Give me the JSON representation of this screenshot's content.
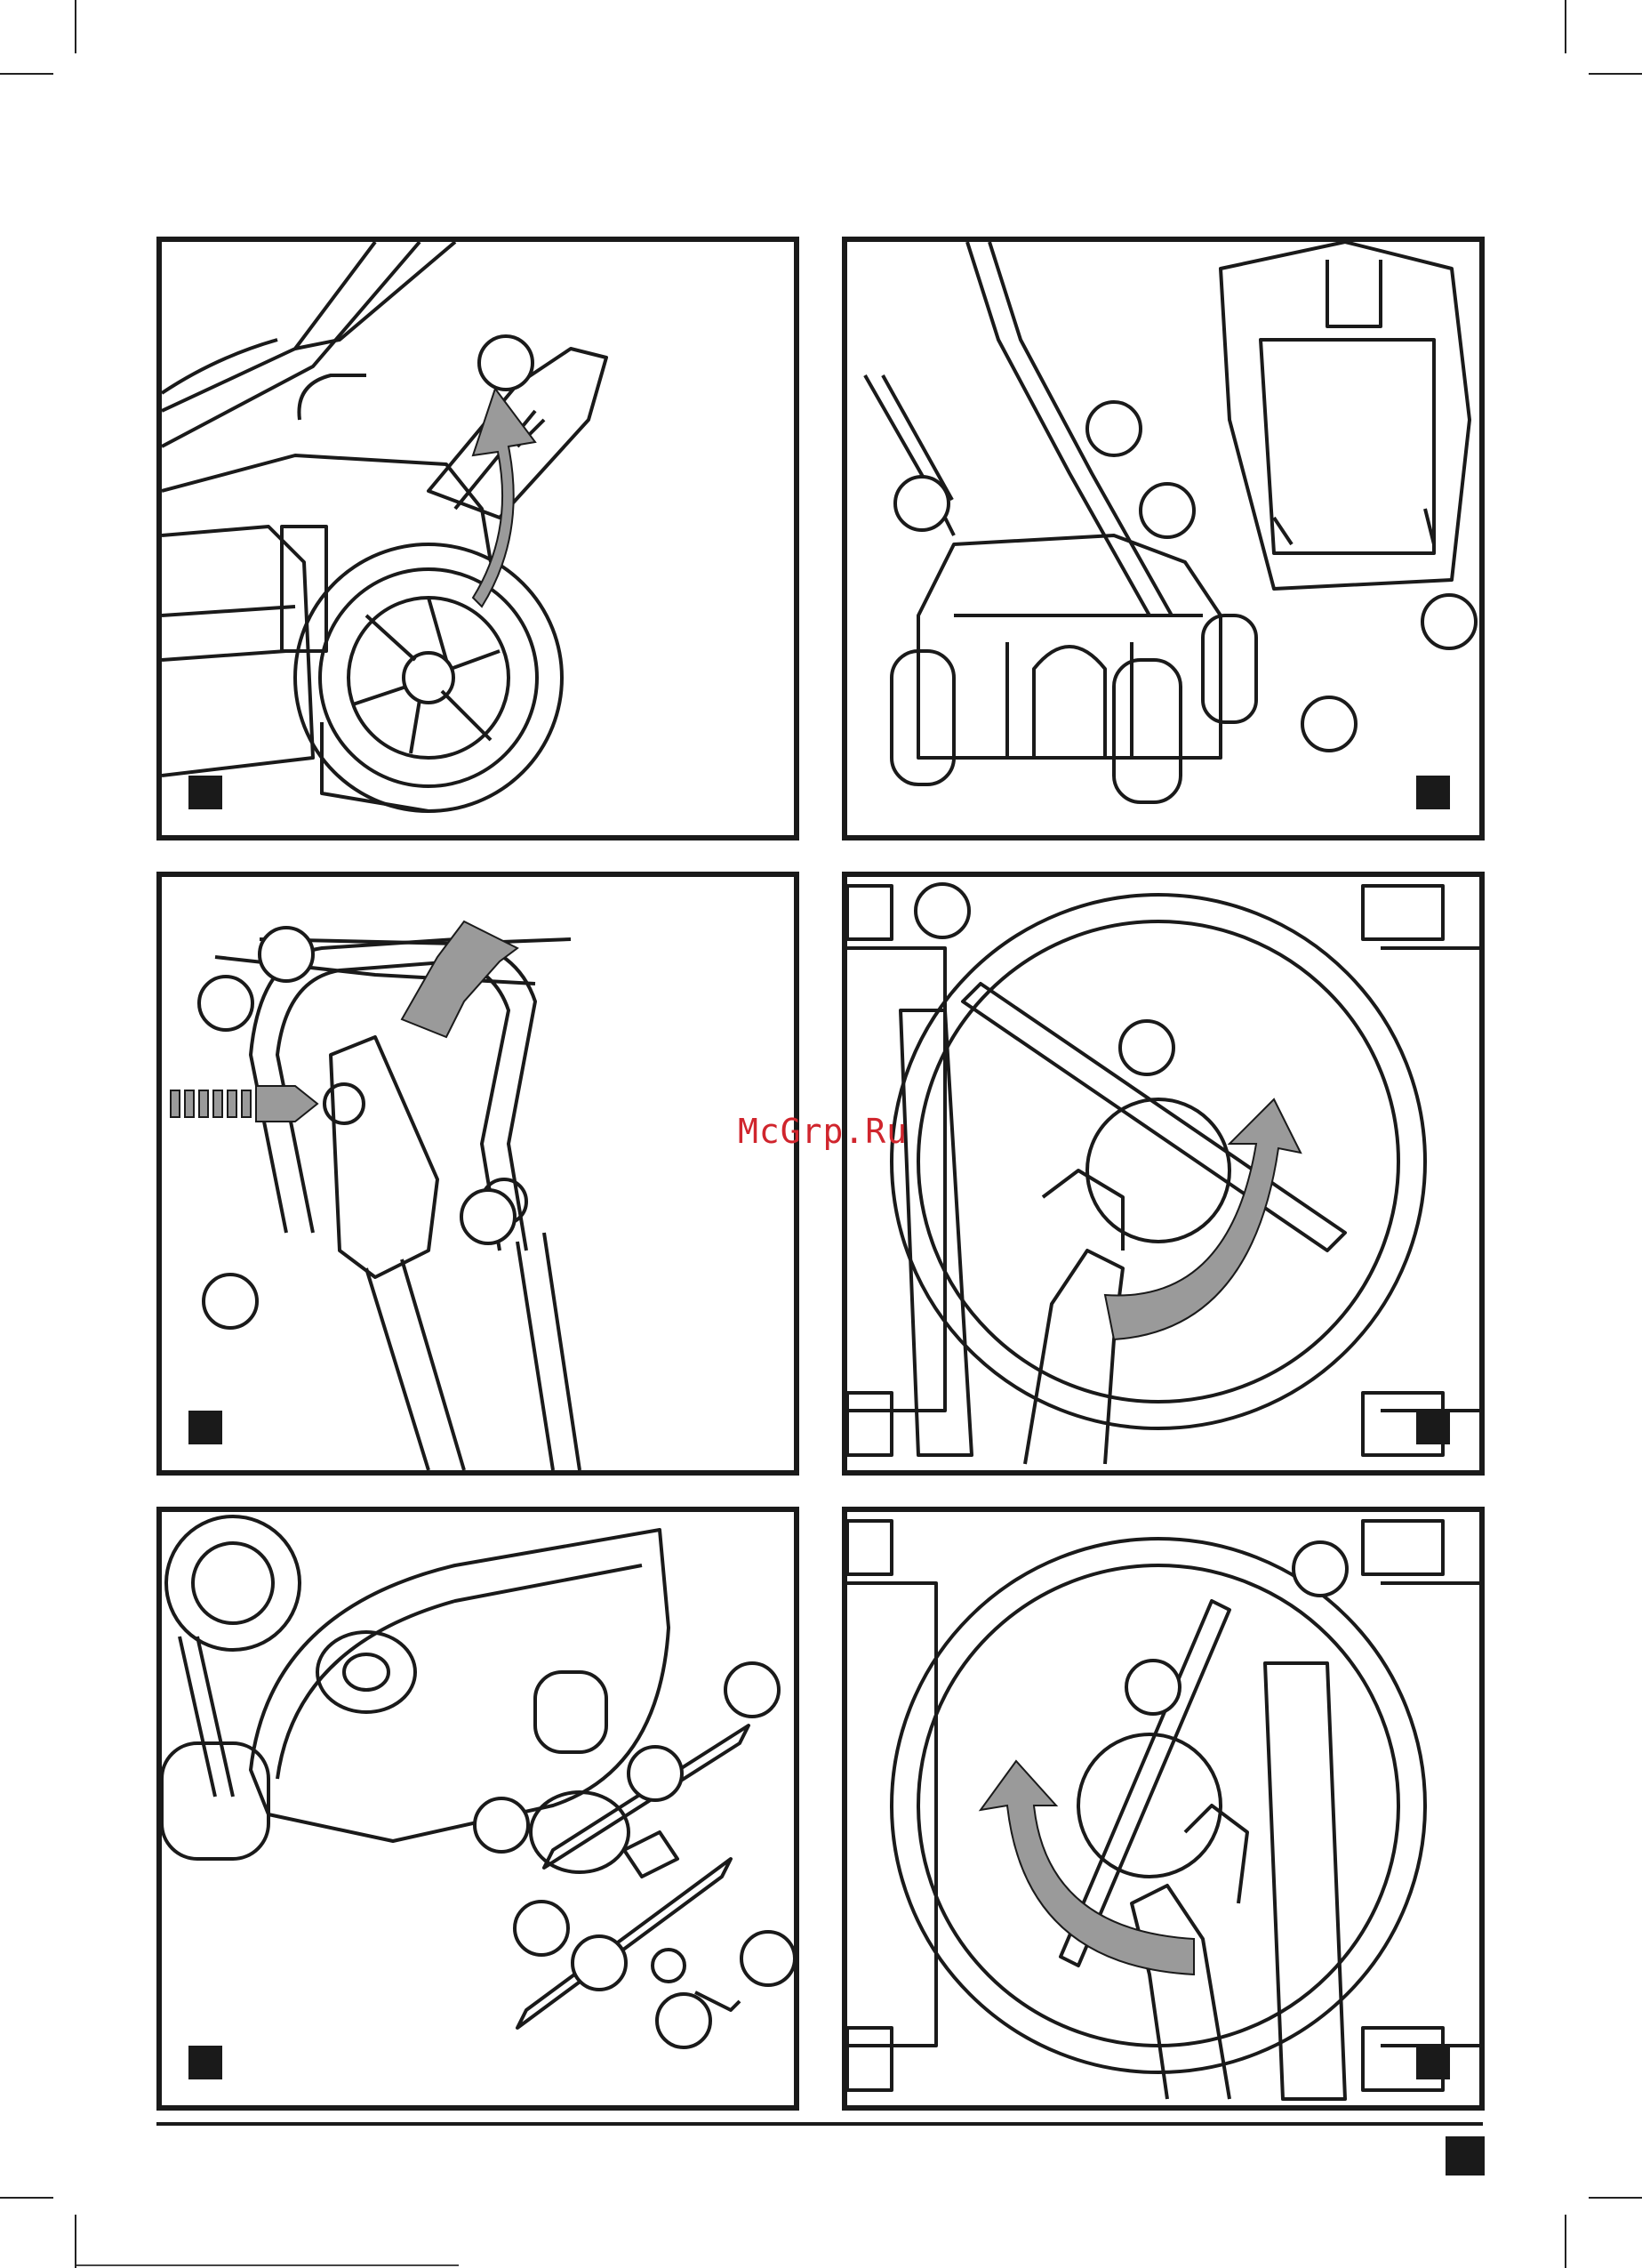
{
  "watermark": {
    "text": "McGrp.Ru",
    "color": "#d0252d"
  },
  "colors": {
    "line": "#1a1a1a",
    "arrow_fill": "#9a9a9a",
    "panel_bg": "#ffffff"
  },
  "figures": [
    {
      "id": "fig-1",
      "subject": "rear-flap-lift",
      "callouts": 1,
      "arrows": 1
    },
    {
      "id": "fig-2",
      "subject": "grass-box-attach",
      "callouts": 5,
      "arrows": 0
    },
    {
      "id": "fig-3",
      "subject": "switch-handle",
      "callouts": 4,
      "arrows": 1
    },
    {
      "id": "fig-4",
      "subject": "blade-loosen",
      "callouts": 2,
      "arrows": 1
    },
    {
      "id": "fig-5",
      "subject": "blade-assembly-exploded",
      "callouts": 6,
      "arrows": 0
    },
    {
      "id": "fig-6",
      "subject": "blade-tighten",
      "callouts": 2,
      "arrows": 1
    }
  ]
}
